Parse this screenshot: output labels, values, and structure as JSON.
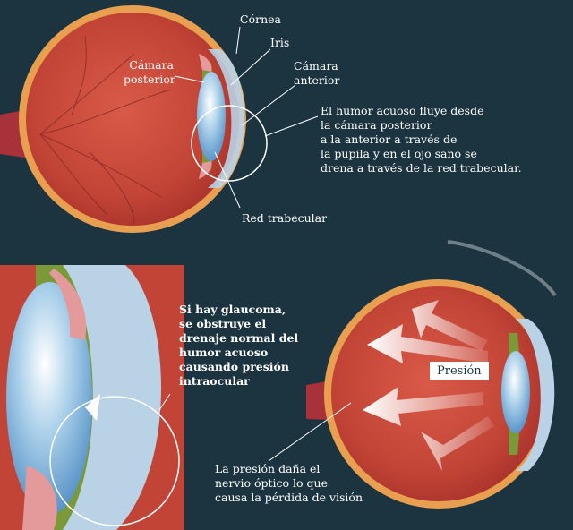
{
  "labels": {
    "cornea": "Córnea",
    "iris": "Iris",
    "posterior_chamber": "Cámara\nposterior",
    "anterior_chamber": "Cámara\nanterior",
    "trabecular_network": "Red trabecular",
    "pressure": "Presión"
  },
  "texts": {
    "aqueous_flow": "El humor acuoso fluye desde\nla cámara posterior\na la anterior a través de\nla pupila y en el ojo sano se\ndrena a través de la red trabecular.",
    "glaucoma": "Si hay glaucoma,\nse obstruye el\ndrenaje normal del\nhumor acuoso\ncausando presión\nintraocular",
    "damage": "La presión daña el\nnervio óptico lo que\ncausa la pérdida de visión"
  },
  "colors": {
    "background": "#1b3440",
    "eyeball": "#c94a3a",
    "sclera_rim": "#e8a050",
    "lens": "#7fb3de",
    "cornea": "#b9d2e6",
    "iris": "#7a9a3a",
    "optic_nerve": "#a8323a"
  }
}
